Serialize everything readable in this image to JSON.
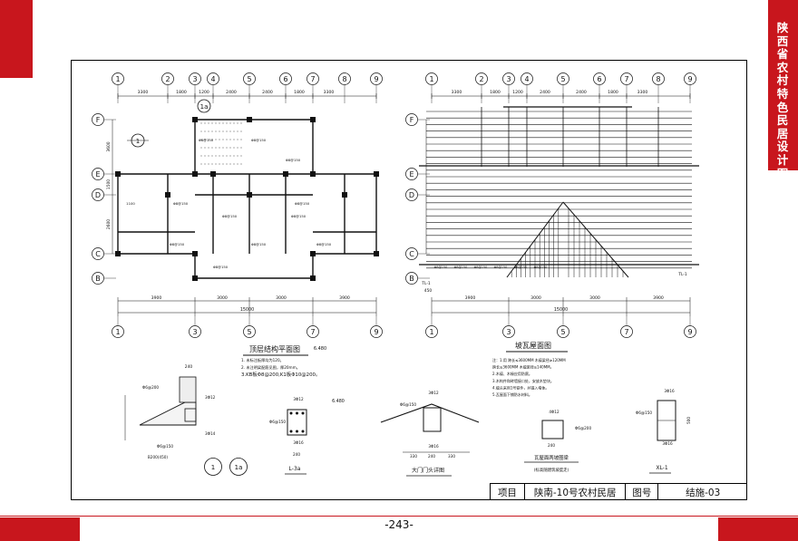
{
  "side_title": "陕西省农村特色民居设计图集",
  "page_number": "-243-",
  "plan1": {
    "title": "顶层结构平面图",
    "level": "6.480",
    "notes": [
      "1. 未标注板厚均为120。",
      "2. 未注明梁配筋见图，厚20mm。",
      "3.KB板Φ8@200,K1板Φ10@200。"
    ],
    "axes_top": [
      "1",
      "2",
      "3",
      "4",
      "5",
      "6",
      "7",
      "8",
      "9"
    ],
    "axes_bottom": [
      "1",
      "3",
      "5",
      "7",
      "9"
    ],
    "axes_left": [
      "F",
      "E",
      "D",
      "C",
      "B"
    ],
    "dims_top": [
      "3300",
      "1800",
      "1200",
      "2400",
      "2400",
      "1800",
      "3300"
    ],
    "dims_bottom": [
      "3900",
      "3000",
      "3000",
      "3900"
    ],
    "dims_total": "15000",
    "dims_left": [
      "3600",
      "1500",
      "2600"
    ],
    "callout_top": "1a",
    "callout_left": "1"
  },
  "plan2": {
    "title": "坡瓦屋面图",
    "notes": [
      "注：1.用 跨长≤3600MM 木檩梁径≥120MM",
      "跨长≥3600MM 木檩梁径≥140MM。",
      "2.木檩、木椽应用防腐。",
      "3.木构件和砖墙接口处，安放木垫块。",
      "4.檩头采用1号铁件，并锚入墙体。",
      "5.瓦屋面下铺防水材料。"
    ],
    "axes_top": [
      "1",
      "2",
      "3",
      "4",
      "5",
      "6",
      "7",
      "8",
      "9"
    ],
    "axes_bottom": [
      "1",
      "3",
      "5",
      "7",
      "9"
    ],
    "axes_left": [
      "F",
      "E",
      "D",
      "C",
      "B"
    ],
    "dims_top": [
      "3300",
      "1800",
      "1200",
      "2400",
      "2400",
      "1800",
      "3300"
    ],
    "dims_bottom": [
      "3900",
      "3000",
      "3000",
      "3900"
    ],
    "dims_total": "15000",
    "label_tl1": "TL-1"
  },
  "details": {
    "d1_callouts": [
      "1",
      "1a"
    ],
    "d1_dim": "240",
    "d1_labels": [
      "Φ6@200",
      "3Φ12",
      "3Φ14",
      "Φ6@150"
    ],
    "d1_note": "B200(450)",
    "l3a_title": "L-3a",
    "l3a_level": "6.480",
    "l3a_labels": [
      "3Φ12",
      "Φ6@150",
      "3Φ16"
    ],
    "l3a_dim": "240",
    "gate_title": "大门门头详图",
    "gate_labels": [
      "3Φ12",
      "Φ6@150",
      "3Φ16"
    ],
    "gate_dims": [
      "330",
      "240",
      "330"
    ],
    "ring_title": "瓦屋面两坡圈梁",
    "ring_subtitle": "(标高随建筑坡度走)",
    "ring_labels": [
      "4Φ12",
      "Φ6@200"
    ],
    "ring_dim": "240",
    "xl_title": "XL-1",
    "xl_labels": [
      "3Φ16",
      "Φ6@150",
      "3Φ16"
    ],
    "xl_dim": "500"
  },
  "title_block": {
    "project_label": "项目",
    "project_name": "陕南-10号农村民居",
    "drawing_no_label": "图号",
    "drawing_no": "结施-03"
  }
}
